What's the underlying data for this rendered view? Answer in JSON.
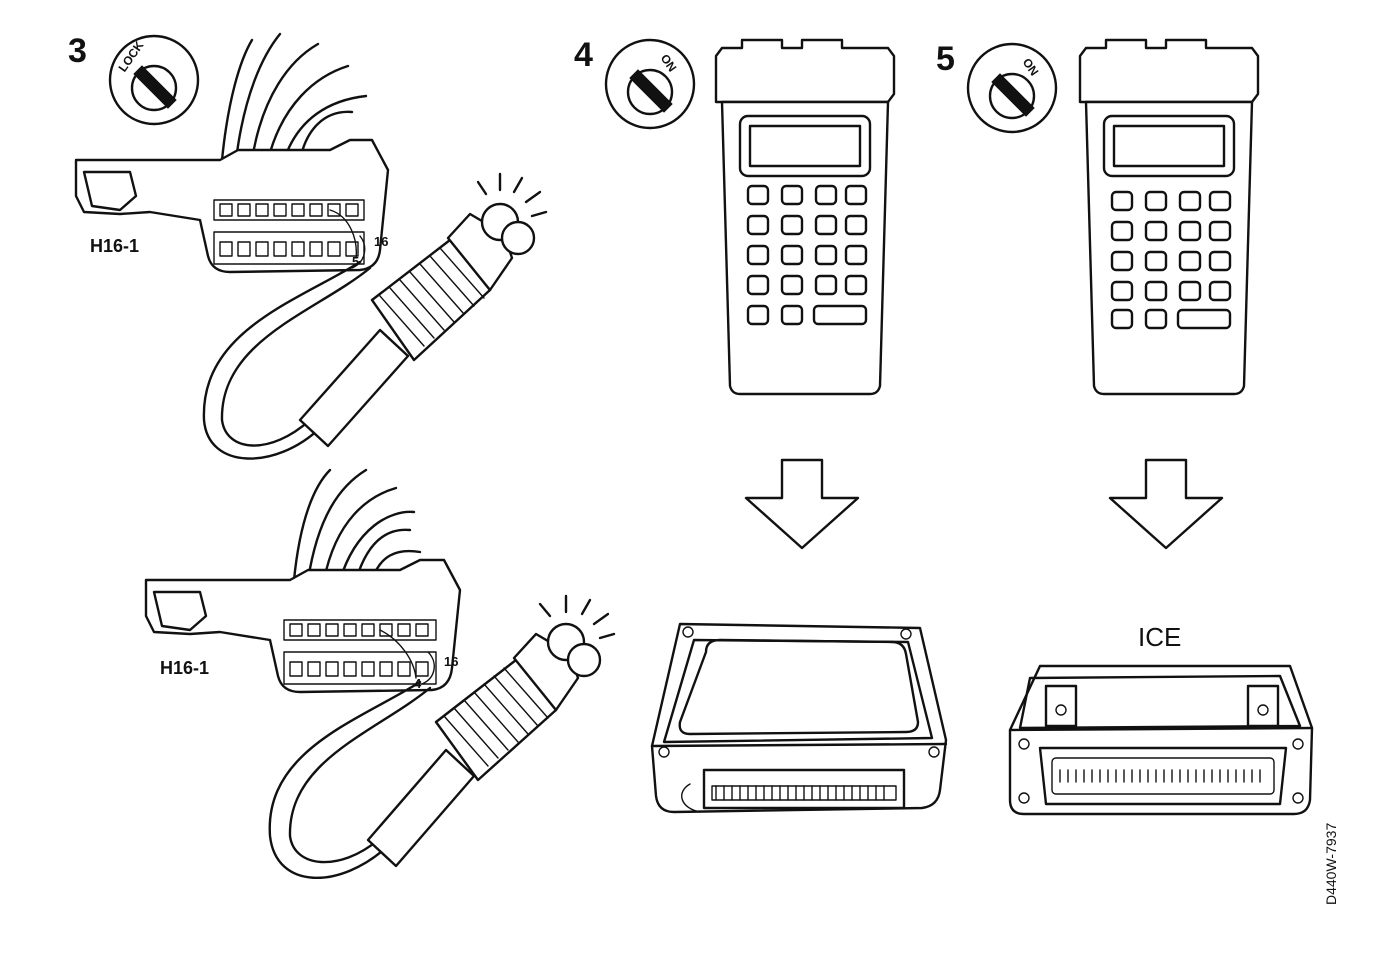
{
  "panels": [
    {
      "step": "3",
      "key": {
        "label": "LOCK"
      },
      "connectors": [
        {
          "label": "H16-1",
          "pin_a": "5",
          "pin_b": "16"
        },
        {
          "label": "H16-1",
          "pin_a": "4",
          "pin_b": "16"
        }
      ]
    },
    {
      "step": "4",
      "key": {
        "label": "ON"
      },
      "result_module": {
        "label": ""
      }
    },
    {
      "step": "5",
      "key": {
        "label": "ON"
      },
      "result_module": {
        "label": "ICE"
      }
    }
  ],
  "figure_id": "D440W-7937",
  "icons": [
    "ignition-key-icon",
    "obd-connector-icon",
    "test-lamp-icon",
    "scan-tool-icon",
    "down-arrow-icon",
    "control-module-icon"
  ]
}
